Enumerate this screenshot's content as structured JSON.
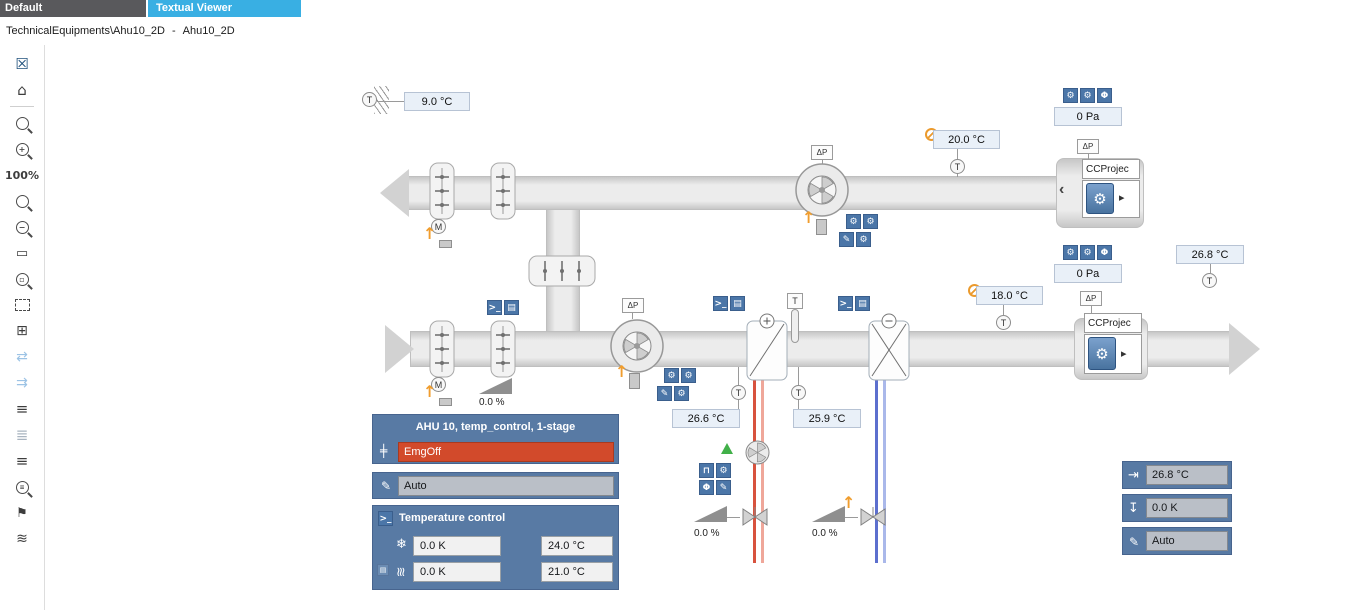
{
  "tabs": {
    "default_label": "Default",
    "textual_viewer_label": "Textual Viewer"
  },
  "breadcrumb": {
    "path": "TechnicalEquipments\\Ahu10_2D",
    "separator": "-",
    "current": "Ahu10_2D"
  },
  "toolbar": {
    "items": [
      {
        "name": "excel-report-icon",
        "glyph": "☒"
      },
      {
        "name": "home-icon",
        "glyph": "⌂"
      },
      {
        "name": "zoom-icon",
        "glyph": ""
      },
      {
        "name": "zoom-in-icon",
        "glyph": "+"
      },
      {
        "name": "zoom-level-label",
        "glyph": "100%"
      },
      {
        "name": "zoom-pointer-icon",
        "glyph": ""
      },
      {
        "name": "zoom-out-icon",
        "glyph": "−"
      },
      {
        "name": "select-region-icon",
        "glyph": "▭"
      },
      {
        "name": "zoom-region-icon",
        "glyph": "▫"
      },
      {
        "name": "fit-view-icon",
        "glyph": ""
      },
      {
        "name": "expand-view-icon",
        "glyph": "⊞"
      },
      {
        "name": "pan-icon",
        "glyph": "⇄"
      },
      {
        "name": "follow-icon",
        "glyph": "⇉"
      },
      {
        "name": "layers-icon",
        "glyph": "≡"
      },
      {
        "name": "layers-select-icon",
        "glyph": "≣"
      },
      {
        "name": "depth-icon",
        "glyph": "≡"
      },
      {
        "name": "find-icon",
        "glyph": "≡"
      },
      {
        "name": "flag-icon",
        "glyph": "⚑"
      },
      {
        "name": "related-icon",
        "glyph": "≋"
      }
    ]
  },
  "labels": {
    "dp": "ΔP",
    "motor": "M",
    "sensor": "T",
    "cc_project": "CCProjec",
    "chevron_left": "‹",
    "chevron_right": "▸"
  },
  "icons": {
    "gear": "⚙",
    "pencil": "✎",
    "power": "Φ",
    "prompt": ">_",
    "program": "▤",
    "pulse": "⊓",
    "snow": "❄",
    "heat": "≋",
    "emg": "╪",
    "input_arrow": "⇥",
    "down_arrow": "↧",
    "up_arrow": "↑"
  },
  "readings": {
    "outside_temp": "9.0 °C",
    "extract_temp": "20.0 °C",
    "extract_fan_pressure": "0 Pa",
    "extract_room_temp": "26.8 °C",
    "supply_fan_pressure": "0 Pa",
    "supply_temp": "18.0 °C",
    "heating_temp": "26.6 °C",
    "cooling_temp": "25.9 °C",
    "damper_position": "0.0 %",
    "heating_valve_position": "0.0 %",
    "cooling_valve_position": "0.0 %"
  },
  "control_panel": {
    "title": "AHU 10, temp_control, 1-stage",
    "emg_value": "EmgOff",
    "mode_value": "Auto"
  },
  "temperature_control": {
    "title": "Temperature control",
    "cooling_offset": "0.0 K",
    "cooling_setpoint": "24.0 °C",
    "heating_offset": "0.0 K",
    "heating_setpoint": "21.0 °C"
  },
  "right_panel": {
    "temp_value": "26.8 °C",
    "offset_value": "0.0 K",
    "mode_value": "Auto"
  }
}
